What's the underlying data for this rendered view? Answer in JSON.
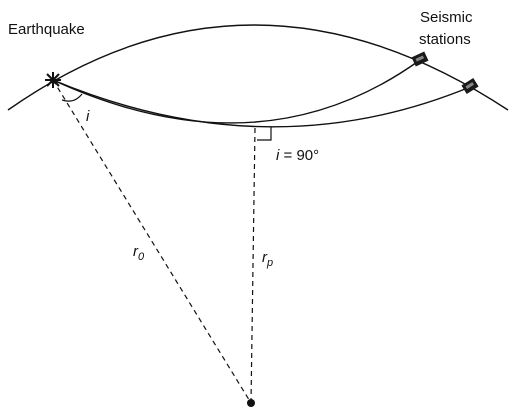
{
  "labels": {
    "earthquake": "Earthquake",
    "stations_line1": "Seismic",
    "stations_line2": "stations",
    "angle_i": "i",
    "angle_90_var": "i",
    "angle_90_value": " = 90°",
    "r0_main": "r",
    "r0_sub": "0",
    "rp_main": "r",
    "rp_sub": "p"
  },
  "icons": {
    "earthquake": "starburst-icon",
    "station": "seismometer-icon",
    "center": "earth-center-dot-icon"
  },
  "colors": {
    "line": "#111111",
    "station": "#1a1a1a",
    "background": "#ffffff"
  }
}
